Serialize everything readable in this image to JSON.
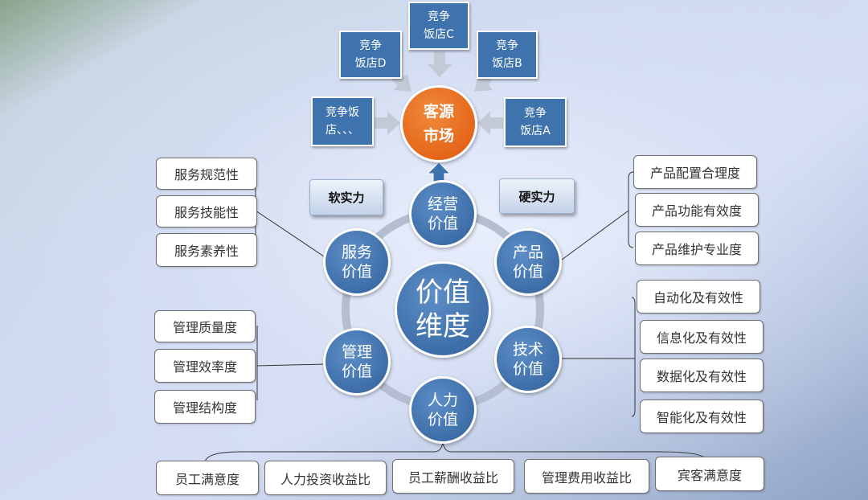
{
  "center": "价值\n维度",
  "market": "客源\n市场",
  "competitors": {
    "c": "竞争\n饭店C",
    "d": "竞争\n饭店D",
    "b": "竞争\n饭店B",
    "etc": "竞争饭\n店、、、",
    "a": "竞争\n饭店A"
  },
  "tags": {
    "soft": "软实力",
    "hard": "硬实力"
  },
  "values": {
    "operation": "经营\n价值",
    "service": "服务\n价值",
    "product": "产品\n价值",
    "management": "管理\n价值",
    "technology": "技术\n价值",
    "human": "人力\n价值"
  },
  "service_items": [
    "服务规范性",
    "服务技能性",
    "服务素养性"
  ],
  "product_items": [
    "产品配置合理度",
    "产品功能有效度",
    "产品维护专业度"
  ],
  "management_items": [
    "管理质量度",
    "管理效率度",
    "管理结构度"
  ],
  "technology_items": [
    "自动化及有效性",
    "信息化及有效性",
    "数据化及有效性",
    "智能化及有效性"
  ],
  "human_items": [
    "员工满意度",
    "人力投资收益比",
    "员工薪酬收益比",
    "管理费用收益比",
    "宾客满意度"
  ],
  "colors": {
    "box_blue": "#3f73ae",
    "market_orange": "#e5661a",
    "ring_gray": "#b4bed0"
  }
}
